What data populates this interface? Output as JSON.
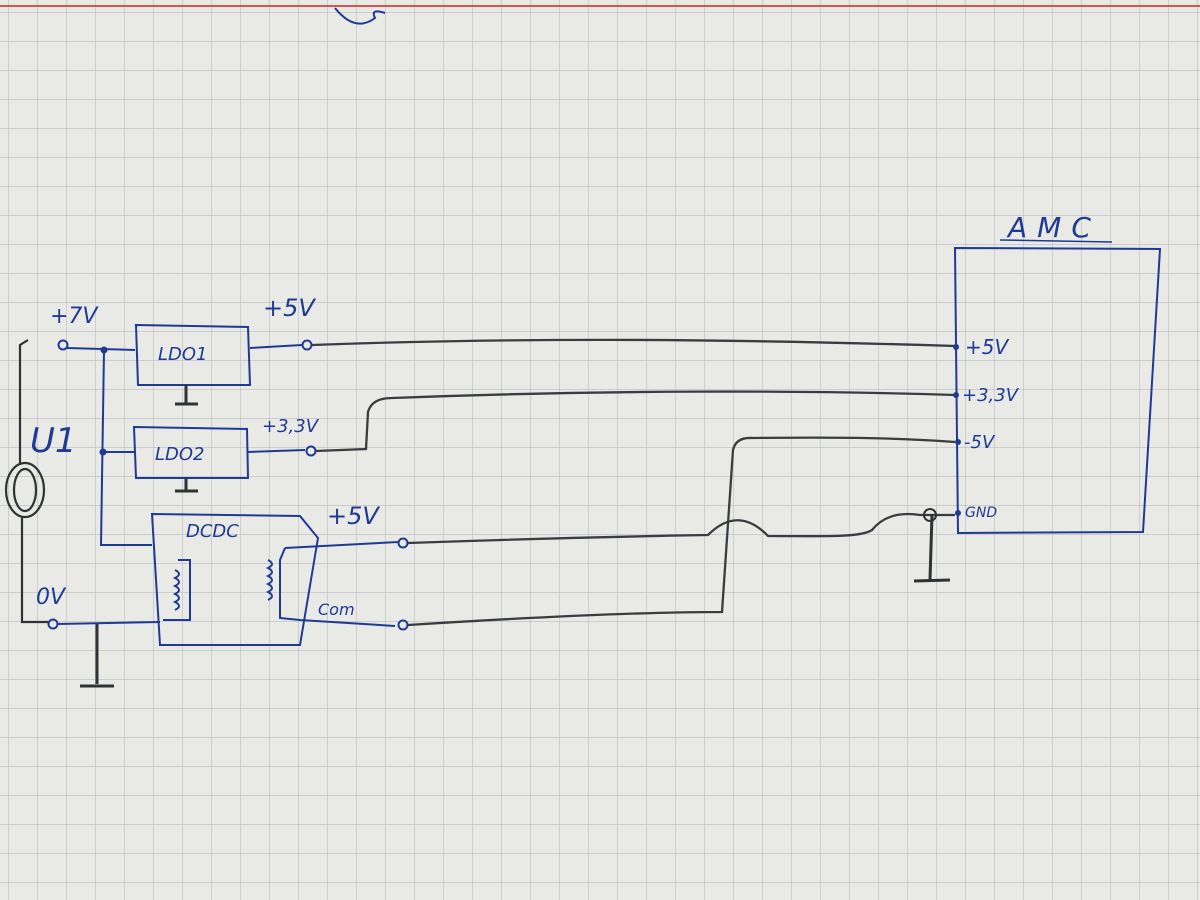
{
  "colors": {
    "paper": "#e9e9e6",
    "grid": "#b9bcc0",
    "ink_blue": "#1f3a93",
    "pencil": "#3a3d40",
    "margin_red": "#d9534f"
  },
  "source": {
    "label": "U1",
    "plus_terminal": "+7V",
    "minus_terminal": "0V"
  },
  "components": {
    "ldo1": "LDO1",
    "ldo1_out": "+5V",
    "ldo2": "LDO2",
    "ldo2_out": "+3,3V",
    "dcdc": "DCDC",
    "dcdc_out_pos": "+5V",
    "dcdc_out_com": "Com"
  },
  "amc": {
    "title": "AMC",
    "pins": [
      "+5V",
      "+3,3V",
      "-5V",
      "GND"
    ]
  }
}
